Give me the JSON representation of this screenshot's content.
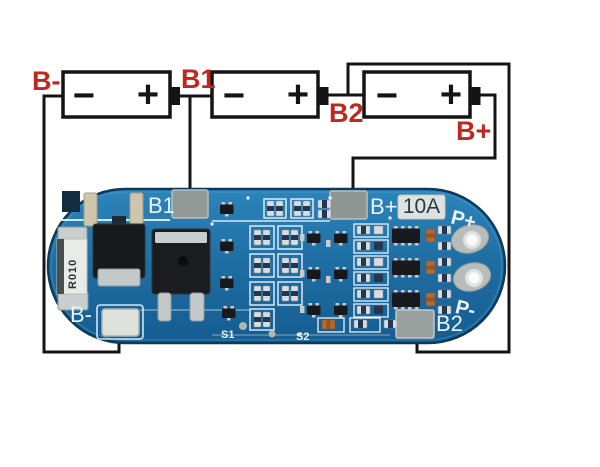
{
  "colors": {
    "background": "#ffffff",
    "wire": "#141414",
    "label_red": "#c1271d",
    "silk": "#e9f3f9",
    "rating_text": "#2b3847",
    "pcb_blue": "#1f6fa5",
    "pad_gray": "#929896",
    "pad_light": "#dde1d9"
  },
  "batteries": {
    "cells": [
      {
        "id": "cell-1",
        "minus": "−",
        "plus": "+"
      },
      {
        "id": "cell-2",
        "minus": "−",
        "plus": "+"
      },
      {
        "id": "cell-3",
        "minus": "−",
        "plus": "+"
      }
    ]
  },
  "wiring": {
    "labels": {
      "pack_negative": "B-",
      "tap1": "B1",
      "tap2": "B2",
      "pack_positive": "B+"
    }
  },
  "board": {
    "silkscreen": {
      "b1": "B1",
      "b_plus": "B+",
      "rating": "10A",
      "p_plus": "P+",
      "p_minus": "P-",
      "b2": "B2",
      "b_minus": "B-",
      "s1": "S1",
      "s2": "S2"
    },
    "shunt_marking": "R010"
  }
}
